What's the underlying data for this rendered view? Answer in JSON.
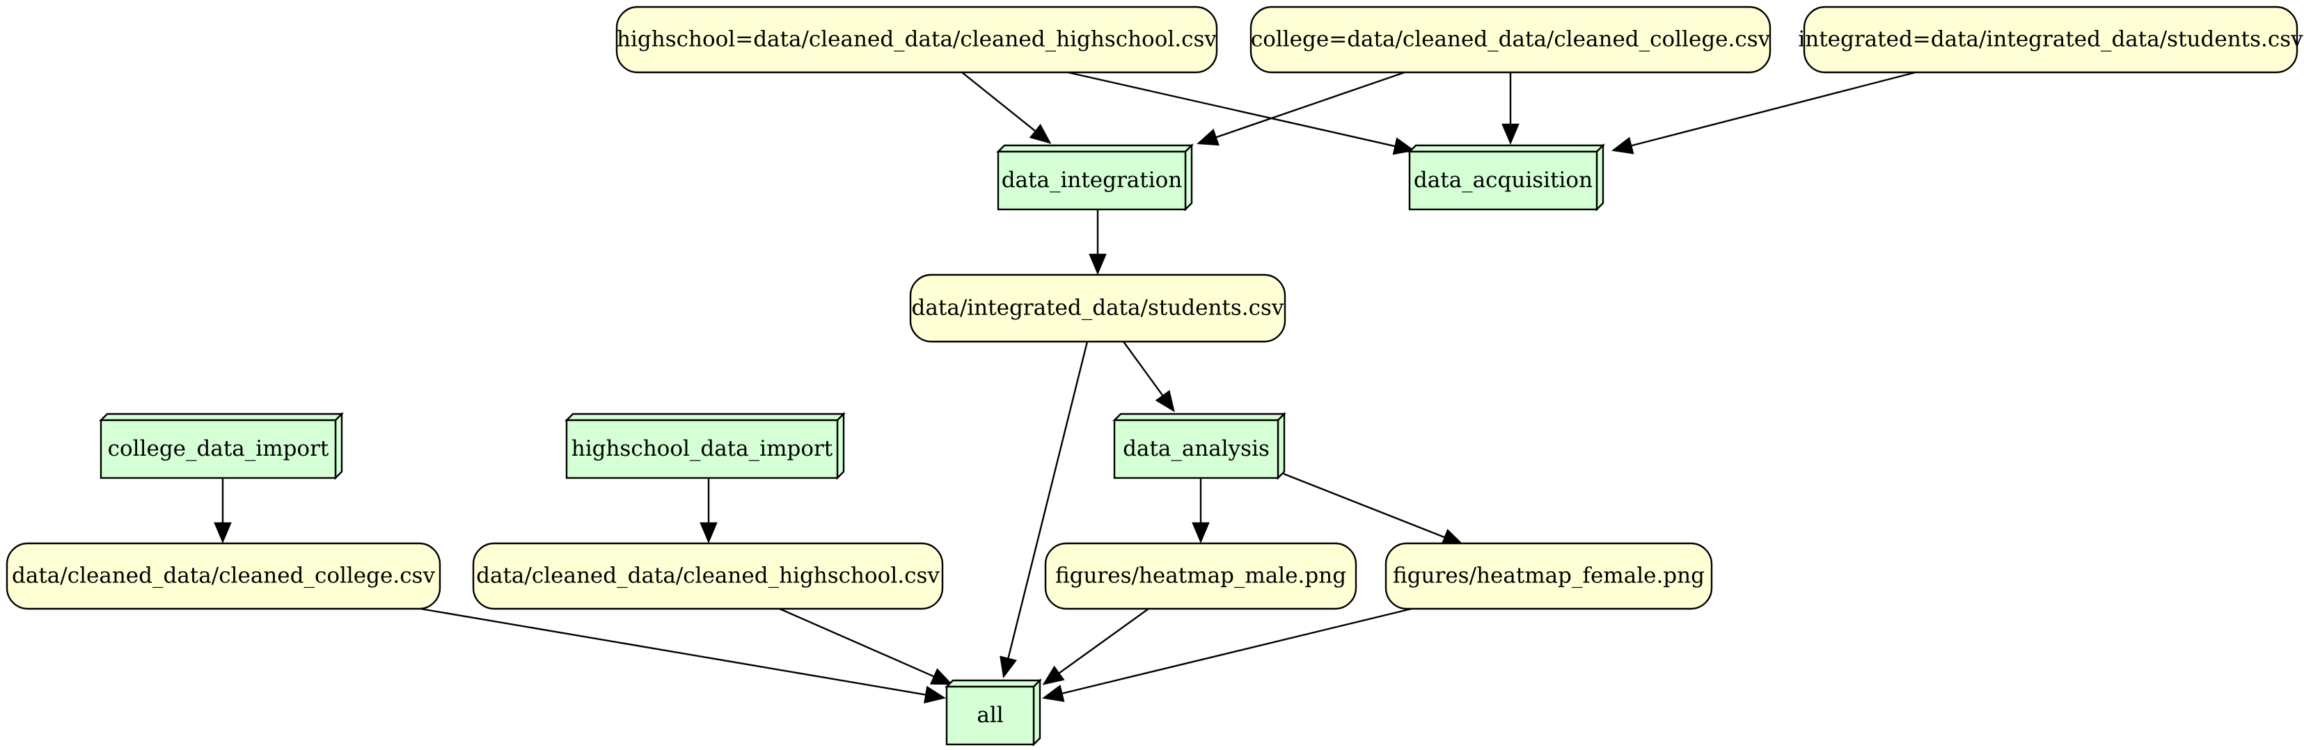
{
  "diagram": {
    "type": "dependency-graph",
    "colors": {
      "file_fill": "#ffffd5",
      "task_fill": "#d5ffd5",
      "stroke": "#000000"
    },
    "nodes": [
      {
        "id": "hs_param",
        "kind": "file",
        "label": "highschool=data/cleaned_data/cleaned_highschool.csv"
      },
      {
        "id": "college_param",
        "kind": "file",
        "label": "college=data/cleaned_data/cleaned_college.csv"
      },
      {
        "id": "integrated_param",
        "kind": "file",
        "label": "integrated=data/integrated_data/students.csv"
      },
      {
        "id": "data_integration",
        "kind": "task",
        "label": "data_integration"
      },
      {
        "id": "data_acquisition",
        "kind": "task",
        "label": "data_acquisition"
      },
      {
        "id": "students_csv",
        "kind": "file",
        "label": "data/integrated_data/students.csv"
      },
      {
        "id": "college_data_import",
        "kind": "task",
        "label": "college_data_import"
      },
      {
        "id": "highschool_data_import",
        "kind": "task",
        "label": "highschool_data_import"
      },
      {
        "id": "data_analysis",
        "kind": "task",
        "label": "data_analysis"
      },
      {
        "id": "cleaned_college",
        "kind": "file",
        "label": "data/cleaned_data/cleaned_college.csv"
      },
      {
        "id": "cleaned_highschool",
        "kind": "file",
        "label": "data/cleaned_data/cleaned_highschool.csv"
      },
      {
        "id": "heatmap_male",
        "kind": "file",
        "label": "figures/heatmap_male.png"
      },
      {
        "id": "heatmap_female",
        "kind": "file",
        "label": "figures/heatmap_female.png"
      },
      {
        "id": "all",
        "kind": "task",
        "label": "all"
      }
    ],
    "edges": [
      {
        "from": "hs_param",
        "to": "data_integration"
      },
      {
        "from": "hs_param",
        "to": "data_acquisition"
      },
      {
        "from": "college_param",
        "to": "data_integration"
      },
      {
        "from": "college_param",
        "to": "data_acquisition"
      },
      {
        "from": "integrated_param",
        "to": "data_acquisition"
      },
      {
        "from": "data_integration",
        "to": "students_csv"
      },
      {
        "from": "students_csv",
        "to": "data_analysis"
      },
      {
        "from": "students_csv",
        "to": "all"
      },
      {
        "from": "college_data_import",
        "to": "cleaned_college"
      },
      {
        "from": "highschool_data_import",
        "to": "cleaned_highschool"
      },
      {
        "from": "data_analysis",
        "to": "heatmap_male"
      },
      {
        "from": "data_analysis",
        "to": "heatmap_female"
      },
      {
        "from": "cleaned_college",
        "to": "all"
      },
      {
        "from": "cleaned_highschool",
        "to": "all"
      },
      {
        "from": "heatmap_male",
        "to": "all"
      },
      {
        "from": "heatmap_female",
        "to": "all"
      }
    ]
  }
}
